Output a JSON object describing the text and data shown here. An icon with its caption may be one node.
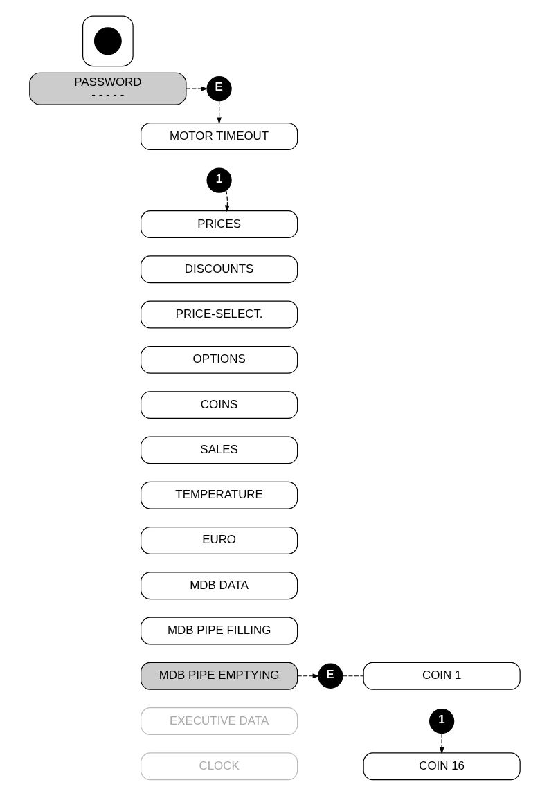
{
  "diagram": {
    "nodes": [
      {
        "text": [],
        "shape": "box"
      },
      {
        "text": [],
        "shape": "circle",
        "in": 0
      },
      {
        "text": [
          "PASSWORD",
          "- - - - -"
        ]
      },
      {
        "text": [
          "E"
        ]
      },
      {
        "text": [
          "MOTOR TIMEOUT"
        ]
      },
      {
        "text": [
          "1"
        ]
      },
      {
        "text": [
          "PRICES"
        ]
      },
      {
        "text": [
          "DISCOUNTS"
        ]
      },
      {
        "text": [
          "PRICE-SELECT."
        ]
      },
      {
        "text": [
          "OPTIONS"
        ]
      },
      {
        "text": [
          "COINS"
        ]
      },
      {
        "text": [
          "SALES"
        ]
      },
      {
        "text": [
          "TEMPERATURE"
        ]
      },
      {
        "text": [
          "EURO"
        ]
      },
      {
        "text": [
          "MDB DATA"
        ]
      },
      {
        "text": [
          "MDB PIPE FILLING"
        ]
      },
      {
        "text": [
          "MDB PIPE EMPTYING"
        ]
      },
      {
        "text": [
          "E"
        ]
      },
      {
        "text": [
          "COIN 1"
        ]
      },
      {
        "text": [
          "1"
        ]
      },
      {
        "text": [
          "COIN 16"
        ]
      },
      {
        "text": [
          "EXECUTIVE DATA"
        ]
      },
      {
        "text": [
          "CLOCK"
        ]
      }
    ],
    "edges": [
      {
        "from": 2,
        "to": 3,
        "arrow": "to",
        "style": "dashed"
      },
      {
        "from": 3,
        "to": 4,
        "arrow": "to",
        "style": "dashed"
      },
      {
        "from": 5,
        "to": 6,
        "arrow": "to",
        "style": "dashed"
      },
      {
        "from": 16,
        "to": 17,
        "arrow": "to",
        "style": "dashed"
      },
      {
        "from": 17,
        "to": 18,
        "arrow": "none",
        "style": "dashed"
      },
      {
        "from": 19,
        "to": 20,
        "arrow": "to",
        "style": "dashed"
      }
    ]
  }
}
